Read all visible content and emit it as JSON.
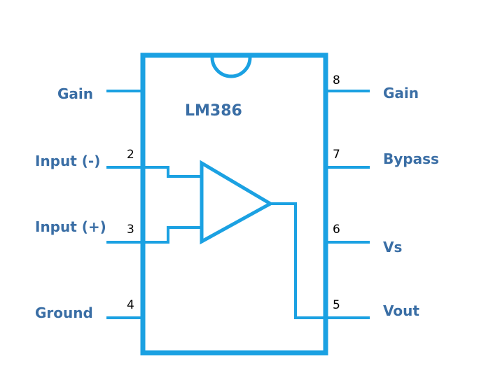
{
  "colors": {
    "body": "#1ba1e2",
    "label": "#3a6ea5",
    "number": "#000000",
    "background": "#ffffff"
  },
  "chip": {
    "name": "LM386"
  },
  "pins": [
    {
      "number": "",
      "label": "Gain",
      "side": "left"
    },
    {
      "number": "2",
      "label": "Input (-)",
      "side": "left"
    },
    {
      "number": "3",
      "label": "Input (+)",
      "side": "left"
    },
    {
      "number": "4",
      "label": "Ground",
      "side": "left"
    },
    {
      "number": "8",
      "label": "Gain",
      "side": "right"
    },
    {
      "number": "7",
      "label": "Bypass",
      "side": "right"
    },
    {
      "number": "6",
      "label": "Vs",
      "side": "right"
    },
    {
      "number": "5",
      "label": "Vout",
      "side": "right"
    }
  ]
}
